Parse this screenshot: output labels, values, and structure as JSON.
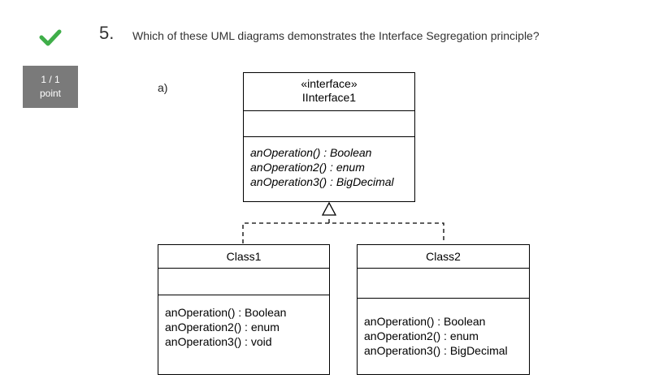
{
  "status": {
    "icon": "checkmark-icon",
    "color": "#3fae49"
  },
  "score": {
    "line1": "1 / 1",
    "line2": "point"
  },
  "question": {
    "number": "5.",
    "text": "Which of these UML diagrams demonstrates the Interface Segregation principle?"
  },
  "option": {
    "label": "a)",
    "interface": {
      "stereotype": "«interface»",
      "name": "IInterface1",
      "operations": [
        "anOperation() : Boolean",
        "anOperation2() : enum",
        "anOperation3() : BigDecimal"
      ]
    },
    "class1": {
      "name": "Class1",
      "operations": [
        "anOperation() : Boolean",
        "anOperation2() : enum",
        "anOperation3() : void"
      ]
    },
    "class2": {
      "name": "Class2",
      "operations": [
        "anOperation() : Boolean",
        "anOperation2() : enum",
        "anOperation3() : BigDecimal"
      ]
    }
  }
}
